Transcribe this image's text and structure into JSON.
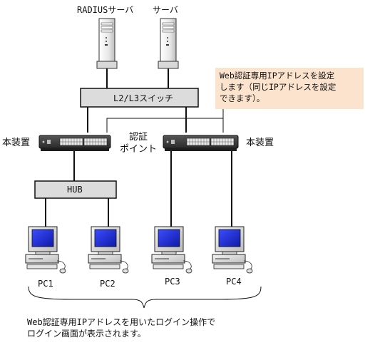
{
  "labels": {
    "radius_server": "RADIUSサーバ",
    "server": "サーバ",
    "l2l3_switch": "L2/L3スイッチ",
    "device_left": "本装置",
    "device_right": "本装置",
    "auth_point_line1": "認証",
    "auth_point_line2": "ポイント",
    "hub": "HUB",
    "pc1": "PC1",
    "pc2": "PC2",
    "pc3": "PC3",
    "pc4": "PC4"
  },
  "callout": {
    "line1": "Web認証専用IPアドレスを設定",
    "line2": "します（同じIPアドレスを設定",
    "line3": "できます）。"
  },
  "footnote": {
    "line1": "Web認証専用IPアドレスを用いたログイン操作で",
    "line2": "ログイン画面が表示されます。"
  },
  "colors": {
    "box_fill": "#dcdcdc",
    "callout_fill": "#fbe3cd",
    "screen_blue": "#1a2bd6",
    "device_dark": "#3a3a3a"
  }
}
